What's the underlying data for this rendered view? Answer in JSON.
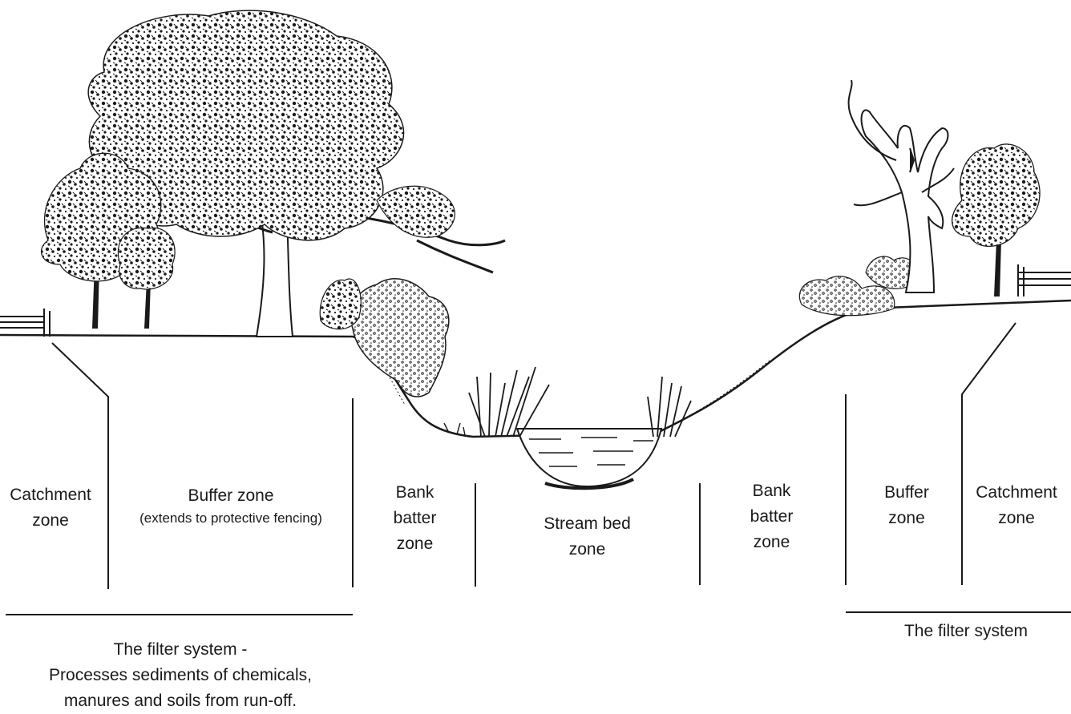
{
  "zones": {
    "catchment_left": [
      "Catchment",
      "zone"
    ],
    "buffer_left": {
      "title": "Buffer zone",
      "note": "(extends to protective fencing)"
    },
    "bank_left": [
      "Bank",
      "batter",
      "zone"
    ],
    "stream_bed": [
      "Stream bed",
      "zone"
    ],
    "bank_right": [
      "Bank",
      "batter",
      "zone"
    ],
    "buffer_right": [
      "Buffer",
      "zone"
    ],
    "catchment_right": [
      "Catchment",
      "zone"
    ]
  },
  "filter_left": [
    "The filter system -",
    "Processes sediments of chemicals,",
    "manures and soils from run-off."
  ],
  "filter_right": "The filter system",
  "colors": {
    "ink": "#1a1a1a",
    "background": "#ffffff"
  },
  "illustration": {
    "left_bank": [
      "large-gum-tree-icon",
      "small-tree-icon",
      "fence-icon",
      "shrub-icon"
    ],
    "right_bank": [
      "dead-tree-icon",
      "small-tree-icon",
      "fence-icon",
      "shrub-icon"
    ],
    "channel": [
      "water-icon",
      "reeds-icon"
    ]
  }
}
